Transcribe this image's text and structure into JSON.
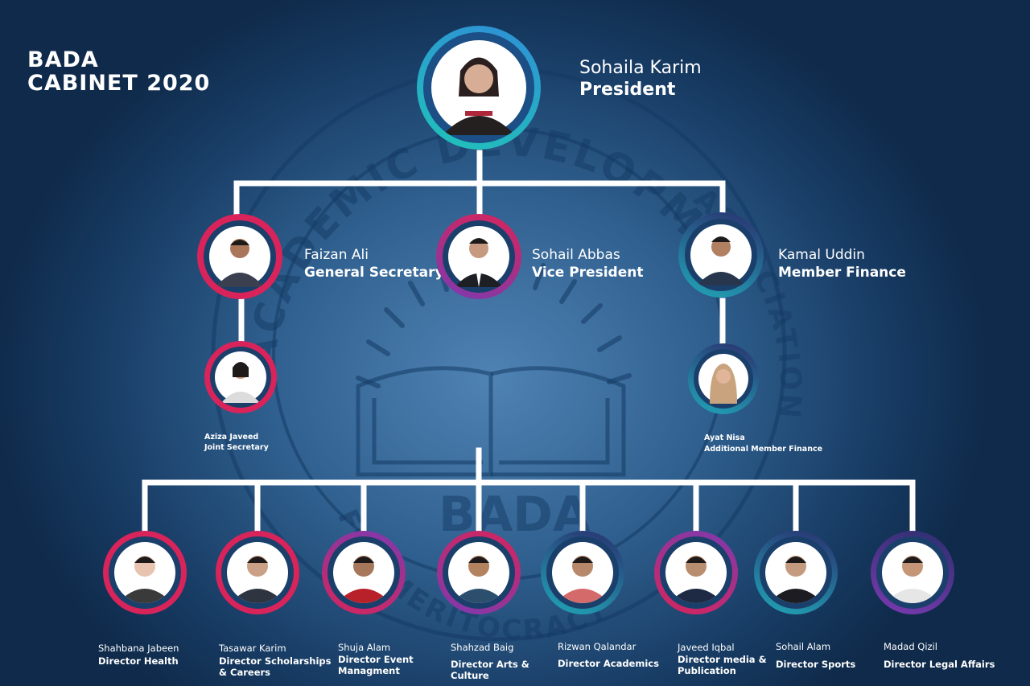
{
  "header": {
    "line1": "BADA",
    "line2": "CABINET 2020"
  },
  "watermark": {
    "arc_top": "ACADEMIC DEVELOPMENT",
    "arc_right": "ASSOCIATION",
    "center": "BADA",
    "arc_bottom": "FOR MERITOCRACY",
    "left_letters": "BA"
  },
  "president": {
    "name": "Sohaila Karim",
    "role": "President"
  },
  "level2": [
    {
      "name": "Faizan Ali",
      "role": "General Secretary"
    },
    {
      "name": "Sohail Abbas",
      "role": "Vice President"
    },
    {
      "name": "Kamal Uddin",
      "role": "Member Finance"
    }
  ],
  "level3": [
    {
      "name": "Aziza Javeed",
      "role": "Joint Secretary"
    },
    {
      "name": "Ayat Nisa",
      "role": "Additional Member Finance"
    }
  ],
  "directors": [
    {
      "name": "Shahbana Jabeen",
      "role1": "Director Health",
      "role2": ""
    },
    {
      "name": "Tasawar Karim",
      "role1": "Director Scholarships",
      "role2": "& Careers"
    },
    {
      "name": "Shuja Alam",
      "role1": "Director Event",
      "role2": "Managment"
    },
    {
      "name": "Shahzad Baig",
      "role1": "Director Arts &",
      "role2": "Culture"
    },
    {
      "name": "Rizwan Qalandar",
      "role1": "Director Academics",
      "role2": ""
    },
    {
      "name": "Javeed Iqbal",
      "role1": "Director media &",
      "role2": "Publication"
    },
    {
      "name": "Sohail Alam",
      "role1": "Director Sports",
      "role2": ""
    },
    {
      "name": "Madad Qizil",
      "role1": "Director Legal Affairs",
      "role2": ""
    }
  ],
  "colors": {
    "ring_blue": "#2f8fd6",
    "ring_teal": "#20c3b8",
    "ring_red": "#d8245a",
    "ring_purple": "#7c3ab0",
    "ring_navy": "#2a2f6e"
  }
}
